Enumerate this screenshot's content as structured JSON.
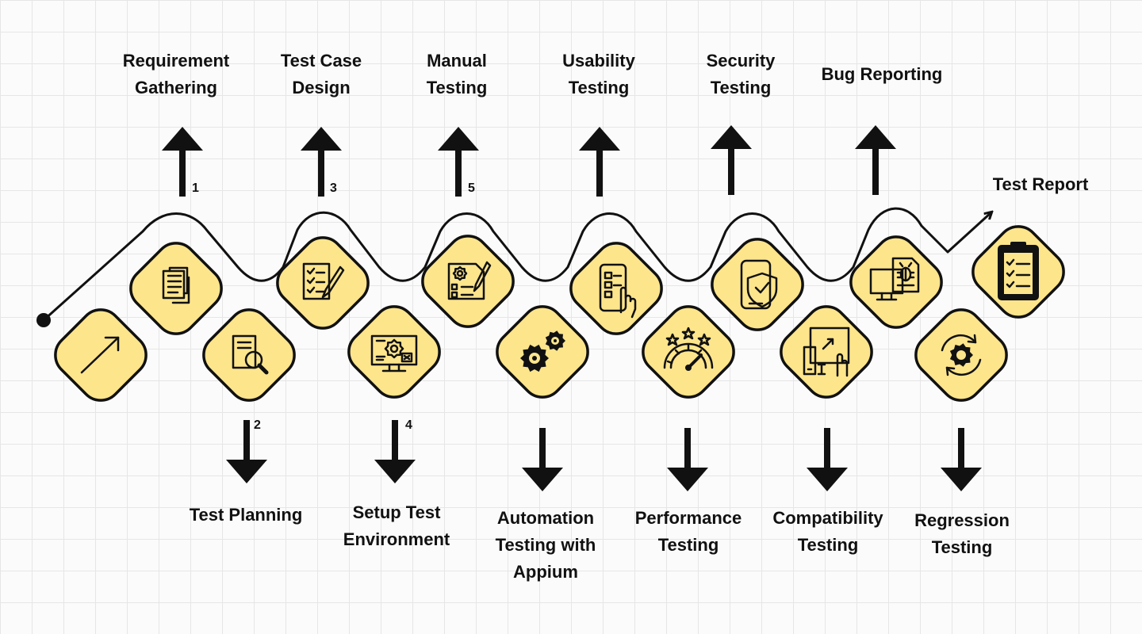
{
  "steps": [
    {
      "label": "Requirement Gathering",
      "lines": [
        "Requirement",
        "Gathering"
      ],
      "number": "1",
      "icon": "documents-icon"
    },
    {
      "label": "Test Planning",
      "lines": [
        "Test Planning"
      ],
      "number": "2",
      "icon": "document-search-icon"
    },
    {
      "label": "Test Case Design",
      "lines": [
        "Test Case",
        "Design"
      ],
      "number": "3",
      "icon": "checklist-pen-icon"
    },
    {
      "label": "Setup Test Environment",
      "lines": [
        "Setup Test",
        "Environment"
      ],
      "number": "4",
      "icon": "monitor-gear-icon"
    },
    {
      "label": "Manual Testing",
      "lines": [
        "Manual",
        "Testing"
      ],
      "number": "5",
      "icon": "gear-checklist-icon"
    },
    {
      "label": "Automation Testing with Appium",
      "lines": [
        "Automation",
        "Testing with",
        "Appium"
      ],
      "number": "",
      "icon": "gears-icon"
    },
    {
      "label": "Usability Testing",
      "lines": [
        "Usability",
        "Testing"
      ],
      "number": "",
      "icon": "phone-tap-icon"
    },
    {
      "label": "Performance Testing",
      "lines": [
        "Performance",
        "Testing"
      ],
      "number": "",
      "icon": "speedometer-stars-icon"
    },
    {
      "label": "Security Testing",
      "lines": [
        "Security",
        "Testing"
      ],
      "number": "",
      "icon": "phone-shield-icon"
    },
    {
      "label": "Compatibility Testing",
      "lines": [
        "Compatibility",
        "Testing"
      ],
      "number": "",
      "icon": "devices-icon"
    },
    {
      "label": "Bug Reporting",
      "lines": [
        "Bug Reporting"
      ],
      "number": "",
      "icon": "monitor-bug-icon"
    },
    {
      "label": "Regression Testing",
      "lines": [
        "Regression",
        "Testing"
      ],
      "number": "",
      "icon": "gear-cycle-icon"
    },
    {
      "label": "Test Report",
      "lines": [
        "Test Report"
      ],
      "number": "",
      "icon": "clipboard-checklist-icon"
    }
  ],
  "start_icon": "arrow-up-right-icon",
  "colors": {
    "fill": "#fde58c",
    "stroke": "#111111",
    "text": "#111111"
  }
}
